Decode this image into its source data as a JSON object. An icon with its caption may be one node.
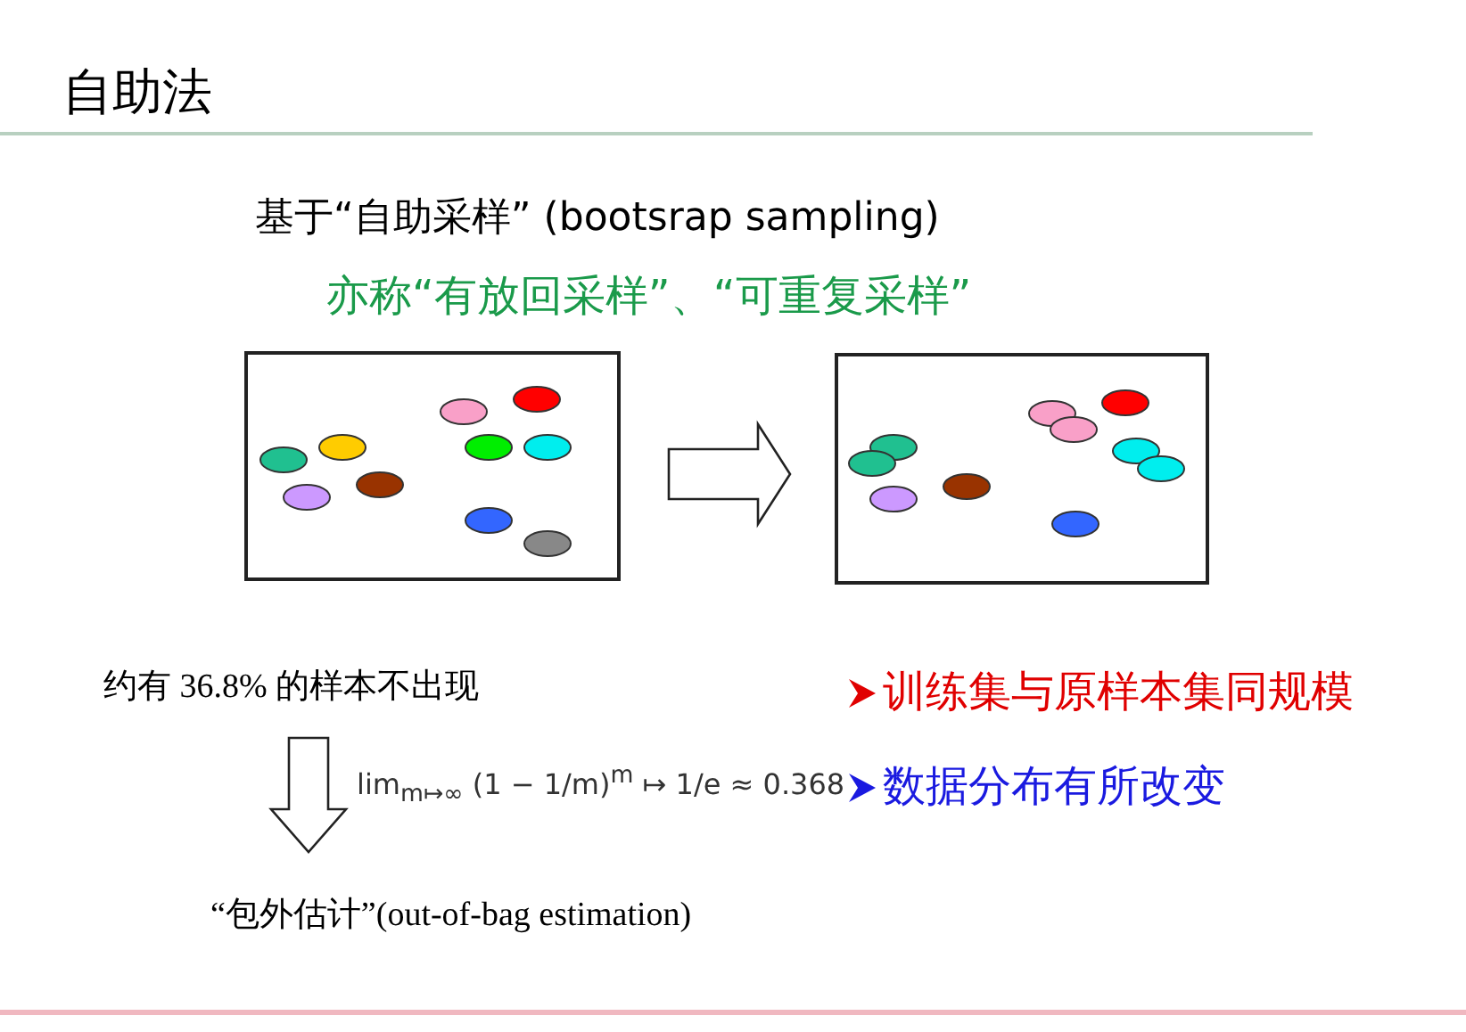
{
  "diagram": {
    "title": "自助法",
    "nodes": [
      {
        "text": [],
        "shape": "box"
      },
      {
        "text": [],
        "shape": "box"
      },
      {
        "text": [
          "约有 36.8% 的样本不出现"
        ]
      },
      {
        "text": [
          "“包外估计”(out-of-bag estimation)"
        ]
      }
    ],
    "edges": [
      {
        "from": 0,
        "to": 1,
        "arrow": "to"
      },
      {
        "from": 2,
        "to": 3,
        "arrow": "to"
      }
    ],
    "labels": [
      "基于“自助采样” (bootsrap sampling)",
      "亦称“有放回采样”、“可重复采样”",
      "lim$_{m↦∞}$ (1 − 1/m)$^{m}$ ↦ 1/e ≈ 0.368",
      "训练集与原样本集同规模",
      "数据分布有所改变"
    ]
  }
}
